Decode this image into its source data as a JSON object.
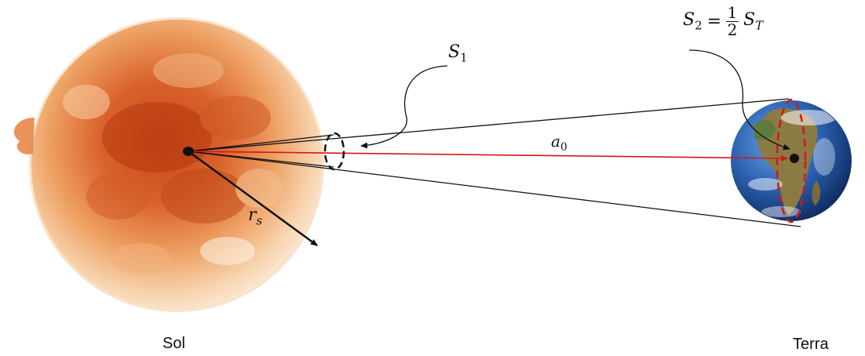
{
  "labels": {
    "sun": "Sol",
    "earth": "Terra"
  },
  "symbols": {
    "s1_base": "S",
    "s1_sub": "1",
    "distance_base": "a",
    "distance_sub": "0",
    "radius_base": "r",
    "radius_sub": "s",
    "s2_base": "S",
    "s2_sub": "2",
    "s2_equals": "=",
    "s2_num": "1",
    "s2_den": "2",
    "st_base": "S",
    "st_sub": "T"
  },
  "colors": {
    "sun_core": "#c9461c",
    "sun_mid": "#e98a45",
    "sun_edge": "#f7d8b6",
    "earth_ocean": "#1f4e9c",
    "earth_land": "#7a6a3a",
    "ray": "#d41818",
    "line": "#111111",
    "dashed_ellipse": "#d41818"
  }
}
